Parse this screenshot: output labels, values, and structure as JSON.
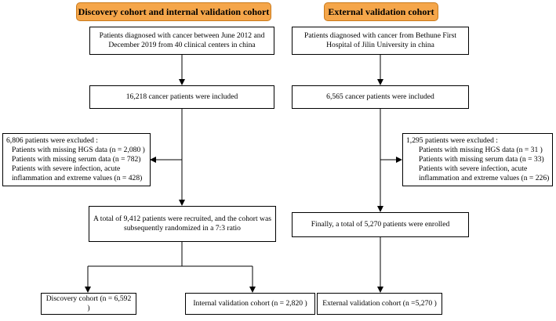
{
  "headers": {
    "left": "Discovery cohort and internal validation cohort",
    "right": "External validation cohort"
  },
  "left": {
    "diagnosed": "Patients diagnosed with cancer between June 2012 and December 2019 from 40 clinical centers in china",
    "included": "16,218 cancer patients were included",
    "excluded": {
      "title": "6,806 patients were excluded :",
      "items": [
        "Patients with missing HGS data (n = 2,080 )",
        "Patients with missing serum data (n = 782)",
        "Patients with severe infection, acute",
        "inflammation and extreme values (n = 428)"
      ]
    },
    "recruited": "A total of 9,412 patients were recruited, and the cohort was subsequently randomized in a 7:3 ratio",
    "discovery": "Discovery cohort (n = 6,592 )",
    "internal": "Internal validation cohort (n = 2,820 )"
  },
  "right": {
    "diagnosed": "Patients diagnosed with cancer from Bethune First Hospital of Jilin University in china",
    "included": "6,565 cancer patients were included",
    "excluded": {
      "title": "1,295 patients were excluded :",
      "items": [
        "Patients with missing HGS data (n = 31 )",
        "Patients with missing serum data (n = 33)",
        "Patients with severe infection, acute",
        "inflammation and extreme values (n = 226)"
      ]
    },
    "enrolled": "Finally, a total of 5,270 patients were enrolled",
    "external": "External validation cohort (n =5,270 )"
  }
}
